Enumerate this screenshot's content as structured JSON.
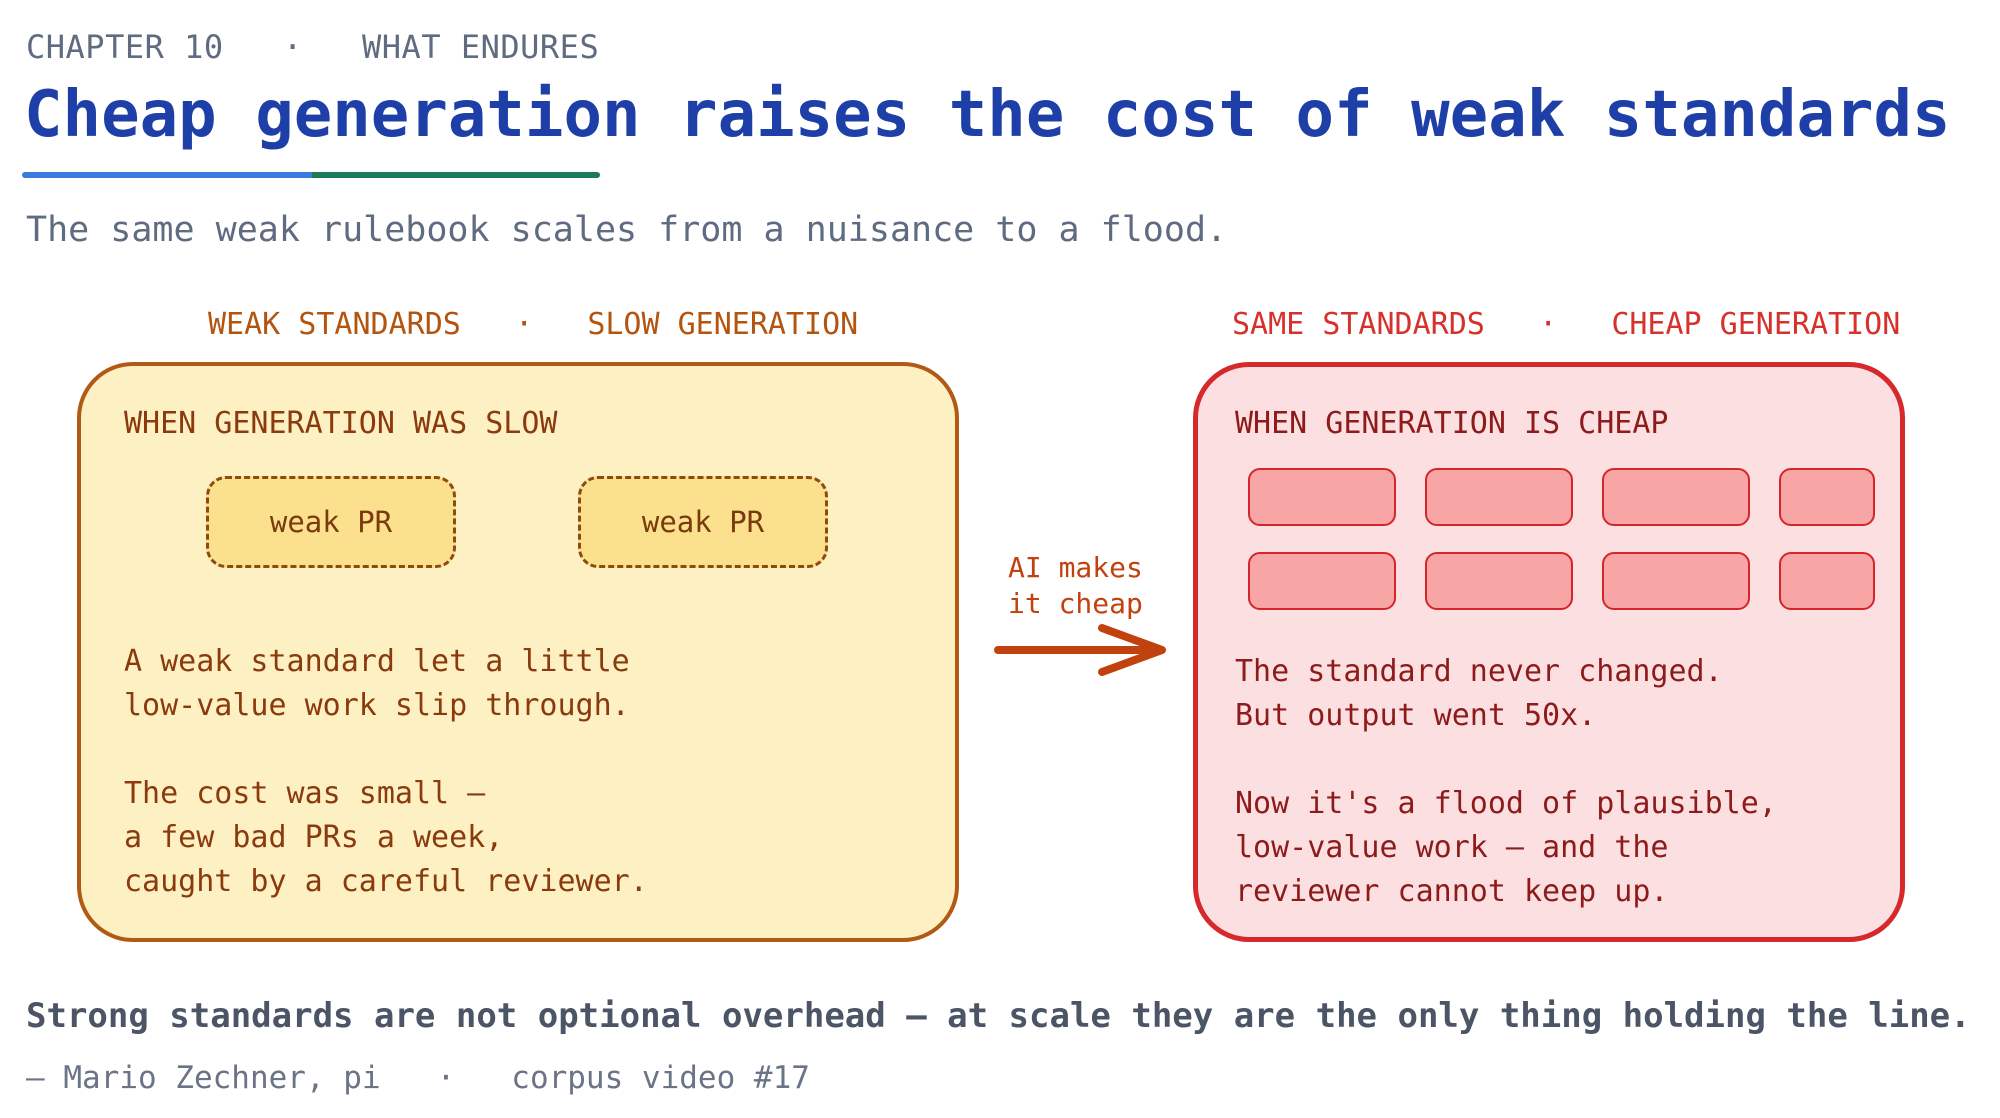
{
  "header": {
    "chapter": "CHAPTER 10",
    "separator": "·",
    "section": "WHAT ENDURES",
    "title": "Cheap generation raises the cost of weak standards",
    "subtitle": "The same weak rulebook scales from a nuisance to a flood."
  },
  "left_panel": {
    "heading_a": "WEAK STANDARDS",
    "heading_b": "SLOW GENERATION",
    "label": "WHEN GENERATION WAS SLOW",
    "pr_items": [
      "weak PR",
      "weak PR"
    ],
    "body_lines": [
      "A weak standard let a little",
      "low-value work slip through.",
      "",
      "The cost was small —",
      "a few bad PRs a week,",
      "caught by a careful reviewer."
    ]
  },
  "arrow": {
    "label_line1": "AI makes",
    "label_line2": "it cheap"
  },
  "right_panel": {
    "heading_a": "SAME STANDARDS",
    "heading_b": "CHEAP GENERATION",
    "label": "WHEN GENERATION IS CHEAP",
    "body_lines": [
      "The standard never changed.",
      "But output went 50x.",
      "",
      "Now it's a flood of plausible,",
      "low-value work — and the",
      "reviewer cannot keep up."
    ]
  },
  "footer": {
    "quote": "Strong standards are not optional overhead — at scale they are the only thing holding the line.",
    "author": "— Mario Zechner, pi",
    "separator": "·",
    "source": "corpus video #17"
  },
  "colors": {
    "title": "#1f3fa8",
    "underline_blue": "#3b7be0",
    "underline_green": "#1b7b58",
    "left_accent": "#b05a15",
    "left_fill": "#fdf1c4",
    "right_accent": "#d6292c",
    "right_fill": "#fce0e1",
    "arrow": "#c1420f"
  }
}
